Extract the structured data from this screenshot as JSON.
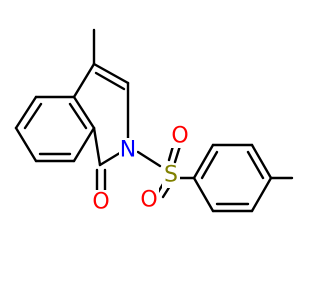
{
  "molecule": {
    "atoms": {
      "nitrogen": {
        "symbol": "N",
        "color": "#0000FF"
      },
      "sulfur": {
        "symbol": "S",
        "color": "#808000"
      },
      "oxygen_carbonyl": {
        "symbol": "O",
        "color": "#FF0000"
      },
      "oxygen_sulfonyl_top": {
        "symbol": "O",
        "color": "#FF0000"
      },
      "oxygen_sulfonyl_bottom": {
        "symbol": "O",
        "color": "#FF0000"
      }
    },
    "bond_color": "#000000",
    "background": "#FFFFFF"
  }
}
